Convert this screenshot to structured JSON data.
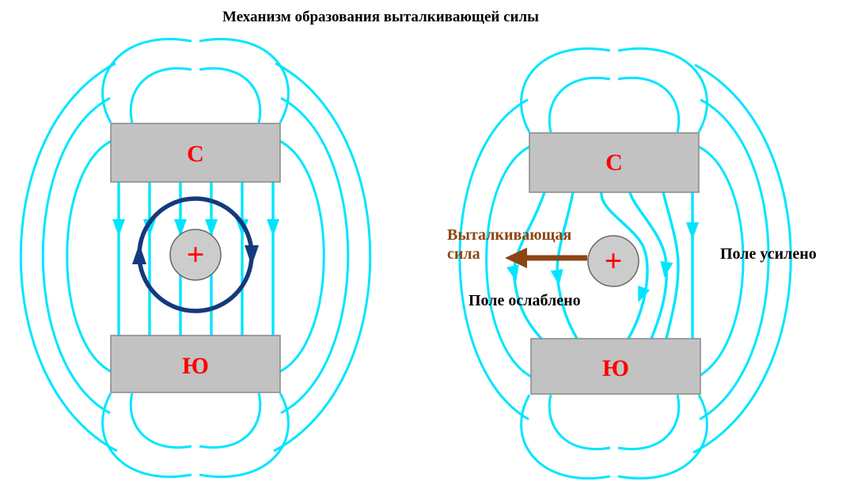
{
  "title": "Механизм образования выталкивающей силы",
  "colors": {
    "field": "#00e5ff",
    "loop": "#14397d",
    "force": "#8B4513",
    "magnet_fill": "#c2c2c2",
    "magnet_stroke": "#888888",
    "charge_fill": "#cccccc",
    "charge_stroke": "#666666",
    "pole": "#ff0000",
    "text": "#000000"
  },
  "left_diagram": {
    "north_label": "С",
    "south_label": "Ю",
    "charge_label": "+"
  },
  "right_diagram": {
    "north_label": "С",
    "south_label": "Ю",
    "charge_label": "+",
    "force_label_line1": "Выталкивающая",
    "force_label_line2": "сила",
    "weakened_label": "Поле ослаблено",
    "strengthened_label": "Поле усилено"
  }
}
